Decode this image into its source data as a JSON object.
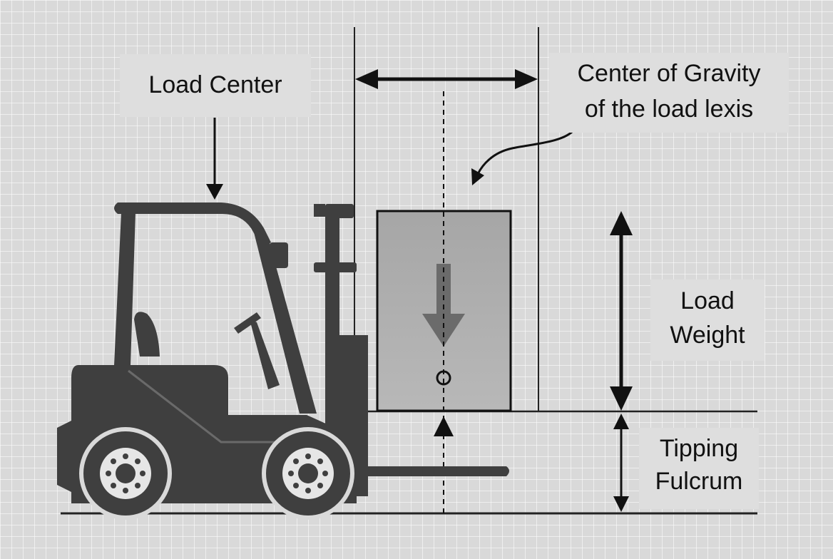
{
  "labels": {
    "load_center": "Load Center",
    "cog_line1": "Center of Gravity",
    "cog_line2": "of the load lexis",
    "load_weight_line1": "Load",
    "load_weight_line2": "Weight",
    "tipping_line1": "Tipping",
    "tipping_line2": "Fulcrum"
  },
  "colors": {
    "forklift": "#3f3f3f",
    "line": "#111111",
    "load_fill": "#a9a9a9",
    "weight_arrow": "#6b6b6b",
    "background": "#d9d9d9"
  },
  "icons": {
    "forklift": "forklift-icon",
    "weight_arrow": "down-arrow-icon",
    "cog_marker": "circle-marker-icon"
  }
}
